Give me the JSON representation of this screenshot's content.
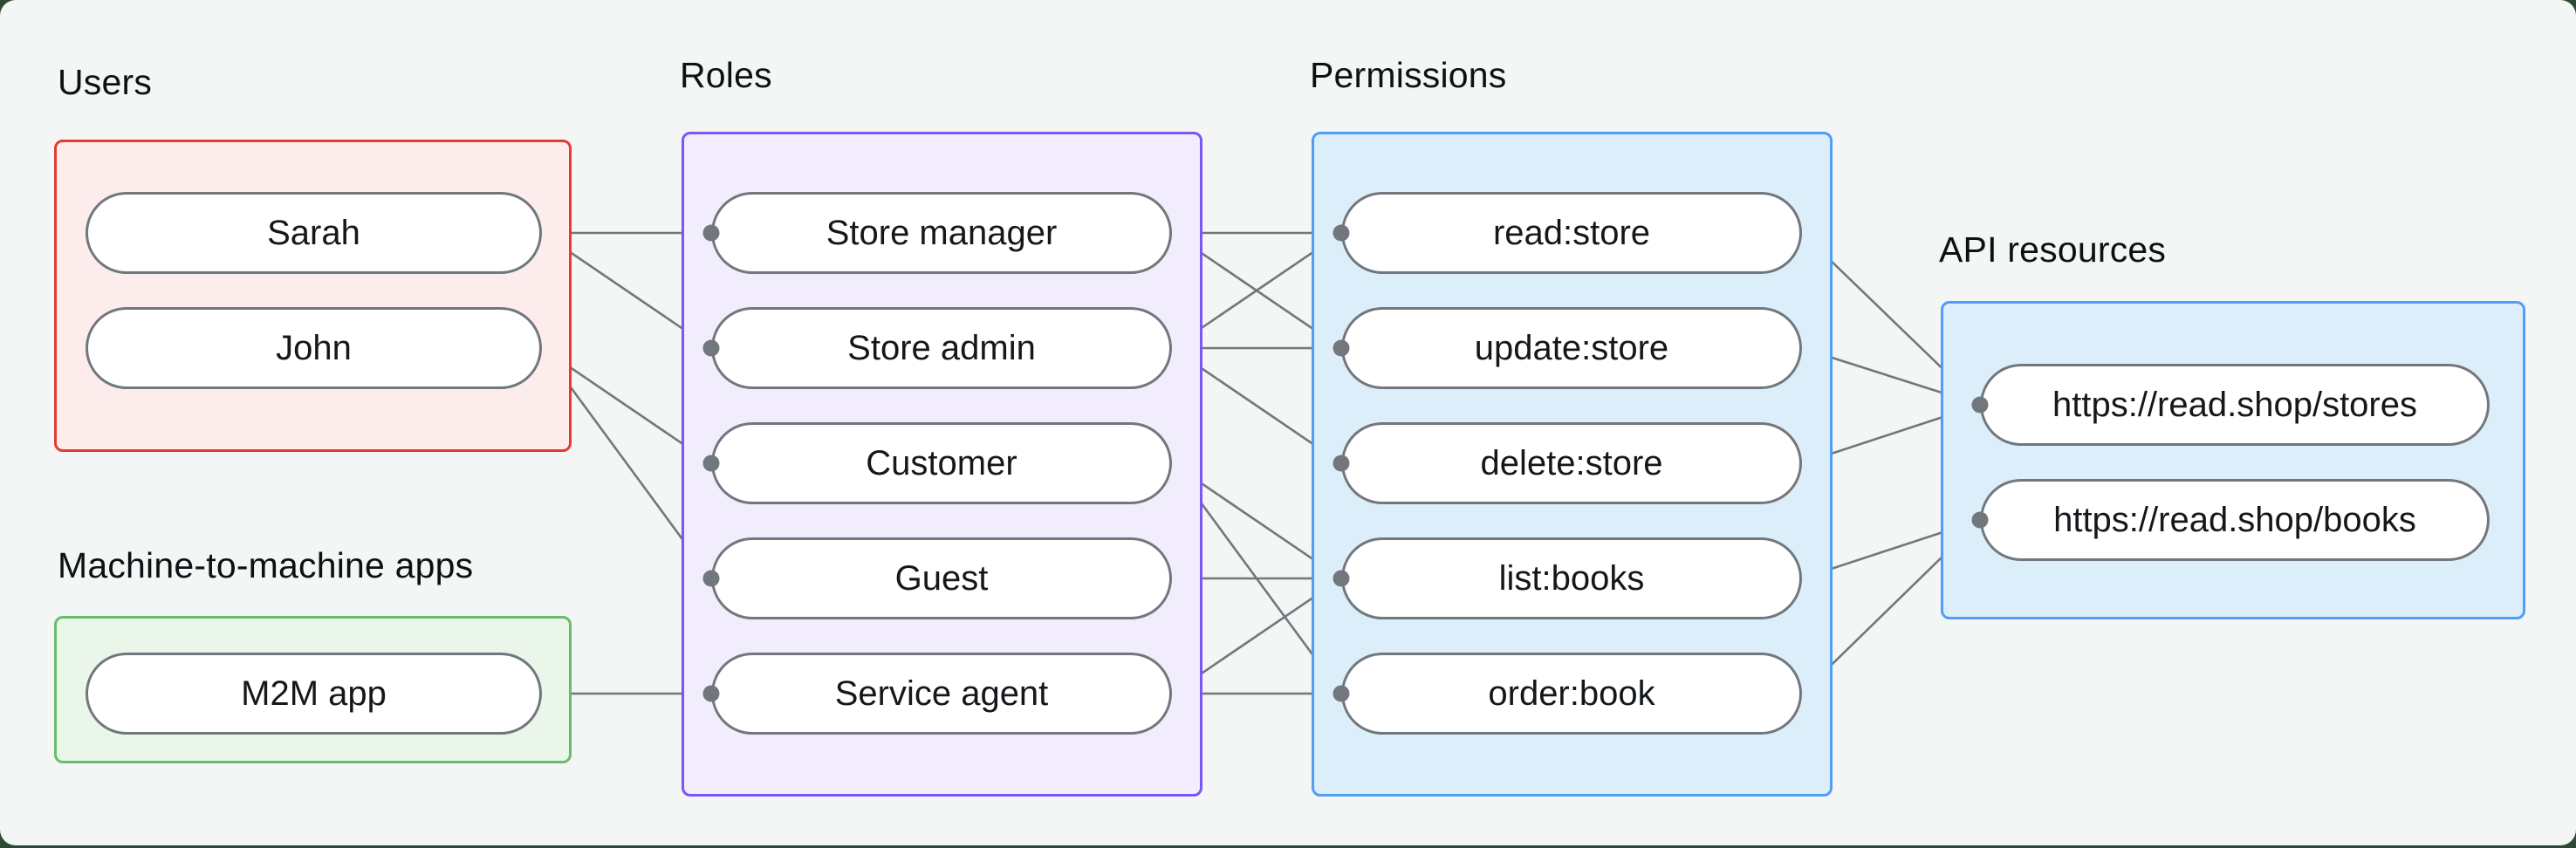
{
  "diagram": {
    "style": {
      "page_bg": "#2f4937",
      "panel_bg": "#f4f6f5",
      "node_fill": "#ffffff",
      "node_border": "#71777c",
      "edge_color": "#71777c",
      "text_color": "#15181b"
    },
    "groups": [
      {
        "id": "users",
        "label": "Users",
        "border_color": "#e23c31",
        "fill_color": "#fcedec",
        "items": [
          {
            "id": "sarah",
            "label": "Sarah"
          },
          {
            "id": "john",
            "label": "John"
          }
        ]
      },
      {
        "id": "m2m",
        "label": "Machine-to-machine apps",
        "border_color": "#67bd6b",
        "fill_color": "#e9f6e9",
        "items": [
          {
            "id": "m2m-app",
            "label": "M2M app"
          }
        ]
      },
      {
        "id": "roles",
        "label": "Roles",
        "border_color": "#7a55f7",
        "fill_color": "#f2edfc",
        "items": [
          {
            "id": "store-manager",
            "label": "Store manager"
          },
          {
            "id": "store-admin",
            "label": "Store admin"
          },
          {
            "id": "customer",
            "label": "Customer"
          },
          {
            "id": "guest",
            "label": "Guest"
          },
          {
            "id": "service-agent",
            "label": "Service agent"
          }
        ]
      },
      {
        "id": "permissions",
        "label": "Permissions",
        "border_color": "#4f9df8",
        "fill_color": "#ddeefb",
        "items": [
          {
            "id": "read-store",
            "label": "read:store"
          },
          {
            "id": "update-store",
            "label": "update:store"
          },
          {
            "id": "delete-store",
            "label": "delete:store"
          },
          {
            "id": "list-books",
            "label": "list:books"
          },
          {
            "id": "order-book",
            "label": "order:book"
          }
        ]
      },
      {
        "id": "api",
        "label": "API resources",
        "border_color": "#4f9df8",
        "fill_color": "#ddeefb",
        "items": [
          {
            "id": "stores",
            "label": "https://read.shop/stores"
          },
          {
            "id": "books",
            "label": "https://read.shop/books"
          }
        ]
      }
    ],
    "edges": [
      {
        "from": "sarah",
        "to": "store-manager"
      },
      {
        "from": "sarah",
        "to": "store-admin"
      },
      {
        "from": "john",
        "to": "customer"
      },
      {
        "from": "john",
        "to": "guest"
      },
      {
        "from": "m2m-app",
        "to": "service-agent"
      },
      {
        "from": "store-manager",
        "to": "read-store"
      },
      {
        "from": "store-manager",
        "to": "update-store"
      },
      {
        "from": "store-admin",
        "to": "read-store"
      },
      {
        "from": "store-admin",
        "to": "update-store"
      },
      {
        "from": "store-admin",
        "to": "delete-store"
      },
      {
        "from": "customer",
        "to": "list-books"
      },
      {
        "from": "customer",
        "to": "order-book"
      },
      {
        "from": "guest",
        "to": "list-books"
      },
      {
        "from": "service-agent",
        "to": "list-books"
      },
      {
        "from": "service-agent",
        "to": "order-book"
      },
      {
        "from": "read-store",
        "to": "stores"
      },
      {
        "from": "update-store",
        "to": "stores"
      },
      {
        "from": "delete-store",
        "to": "stores"
      },
      {
        "from": "list-books",
        "to": "books"
      },
      {
        "from": "order-book",
        "to": "books"
      }
    ]
  }
}
